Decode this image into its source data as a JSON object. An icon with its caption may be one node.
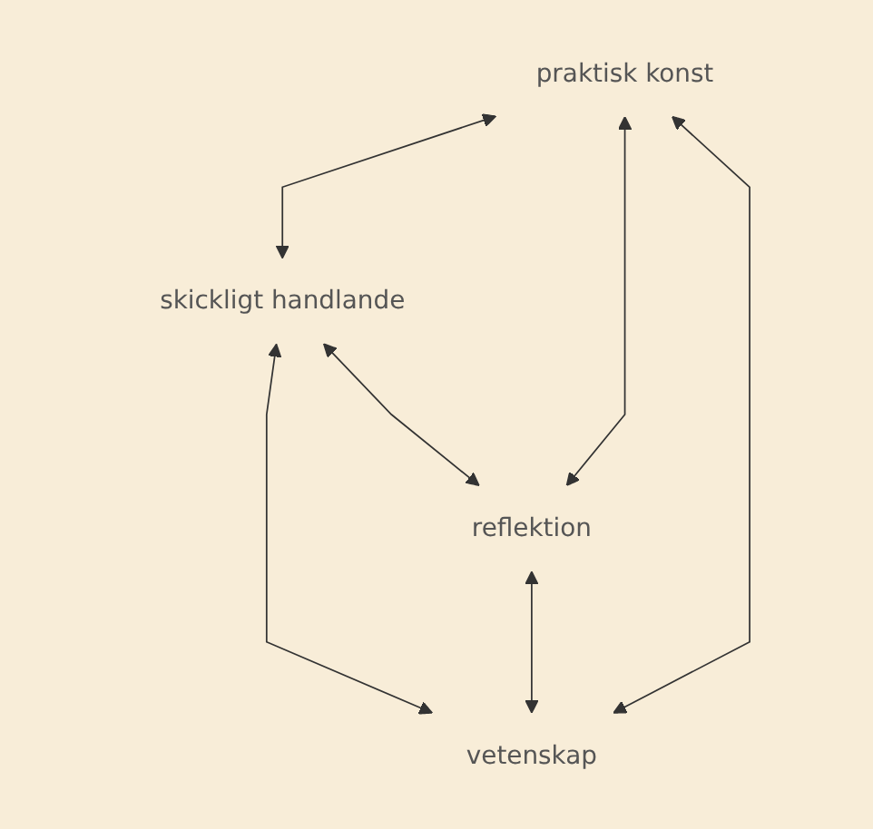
{
  "diagram": {
    "nodes": [
      {
        "text": [
          "praktisk konst"
        ]
      },
      {
        "text": [
          "skickligt handlande"
        ]
      },
      {
        "text": [
          "reflektion"
        ]
      },
      {
        "text": [
          "vetenskap"
        ]
      }
    ],
    "edges": [
      {
        "from": 0,
        "to": 1,
        "arrow": "both"
      },
      {
        "from": 0,
        "to": 2,
        "arrow": "both"
      },
      {
        "from": 1,
        "to": 3,
        "arrow": "both"
      },
      {
        "from": 2,
        "to": 3,
        "arrow": "both"
      },
      {
        "from": 0,
        "to": 3,
        "arrow": "both"
      },
      {
        "from": 1,
        "to": 2,
        "arrow": "both"
      }
    ]
  }
}
